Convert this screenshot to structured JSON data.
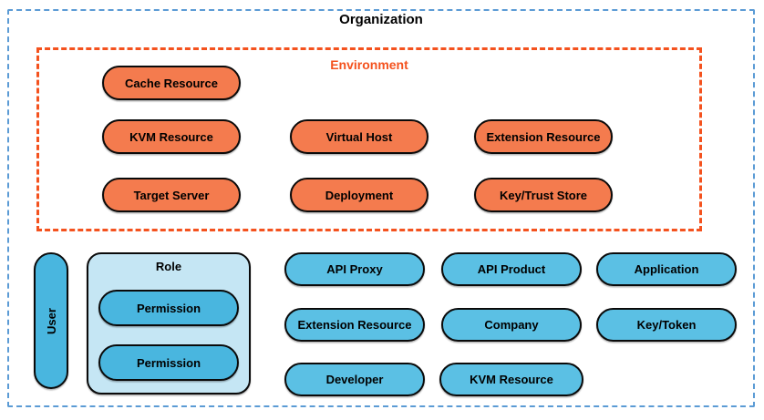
{
  "organization": {
    "title": "Organization",
    "environment": {
      "label": "Environment",
      "nodes": [
        "Cache Resource",
        "KVM Resource",
        "Virtual Host",
        "Extension Resource",
        "Target Server",
        "Deployment",
        "Key/Trust Store"
      ]
    },
    "user": {
      "label": "User"
    },
    "role": {
      "label": "Role",
      "permissions": [
        "Permission",
        "Permission"
      ]
    },
    "nodes": [
      "API Proxy",
      "API Product",
      "Application",
      "Extension Resource",
      "Company",
      "Key/Token",
      "Developer",
      "KVM Resource"
    ]
  },
  "colors": {
    "organization_border": "#5B9BD5",
    "environment_border": "#F4521E",
    "environment_label": "#F4521E",
    "environment_node_fill": "#F47B4E",
    "organization_node_fill": "#5BC0E4",
    "permission_node_fill": "#49B6DF",
    "role_container_fill": "#C5E6F4",
    "node_border": "#0A0A0A",
    "text": "#000000",
    "background": "#FFFFFF"
  }
}
